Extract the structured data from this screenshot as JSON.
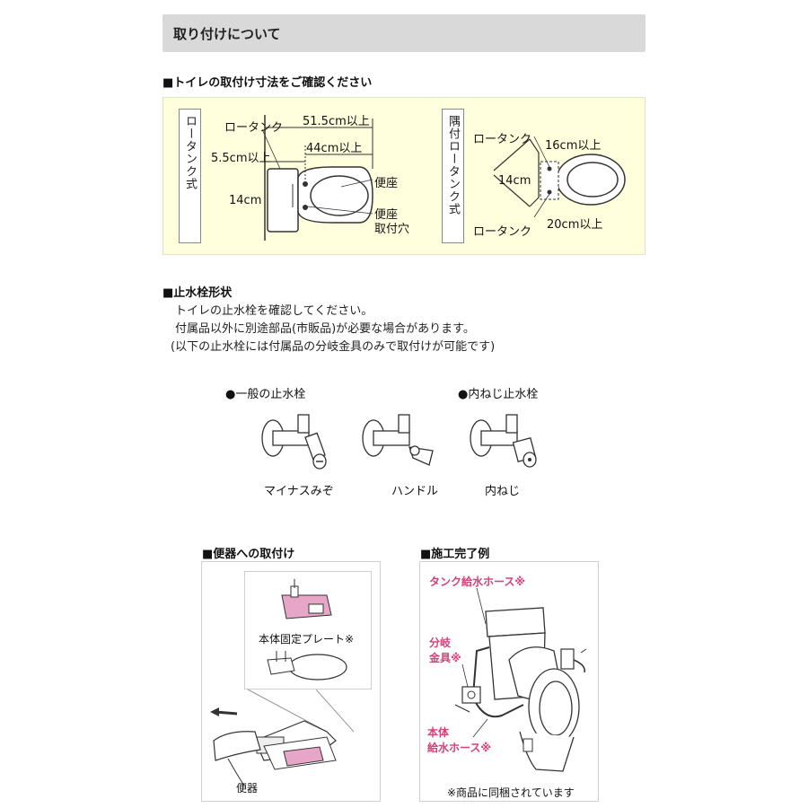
{
  "section": {
    "title": "取り付けについて"
  },
  "dimensions": {
    "heading": "■トイレの取付け寸法をご確認ください",
    "low_tank": {
      "type_label": "ロータンク式",
      "tank_label": "ロータンク",
      "dim_total": "51.5cm以上",
      "dim_seat": "44cm以上",
      "dim_gap": "5.5cm以上",
      "dim_holes": "14cm",
      "seat_label": "便座",
      "mount_label": "便座\n取付穴"
    },
    "corner_tank": {
      "type_label": "隅付ロータンク式",
      "tank_top": "ロータンク",
      "tank_bottom": "ロータンク",
      "dim_top": "16cm以上",
      "dim_holes": "14cm",
      "dim_bottom": "20cm以上"
    }
  },
  "valve": {
    "heading": "■止水栓形状",
    "lines": [
      "トイレの止水栓を確認してください。",
      "付属品以外に別途部品(市販品)が必要な場合があります。",
      "(以下の止水栓には付属品の分岐金具のみで取付けが可能です)"
    ],
    "general_label": "●一般の止水栓",
    "internal_label": "●内ねじ止水栓",
    "types": [
      "マイナスみぞ",
      "ハンドル",
      "内ねじ"
    ]
  },
  "mounting": {
    "heading": "■便器への取付け",
    "plate_label": "本体固定プレート※",
    "bowl_label": "便器"
  },
  "completed": {
    "heading": "■施工完了例",
    "tank_hose": "タンク給水ホース※",
    "branch_fitting": "分岐\n金具※",
    "body_hose": "本体\n給水ホース※",
    "note": "※商品に同梱されています"
  },
  "colors": {
    "pink_label": "#d6407a",
    "beige_panel": "#ffffdd",
    "gray_bar": "#d9d9d9",
    "plate_pink": "#e7a6c8"
  }
}
